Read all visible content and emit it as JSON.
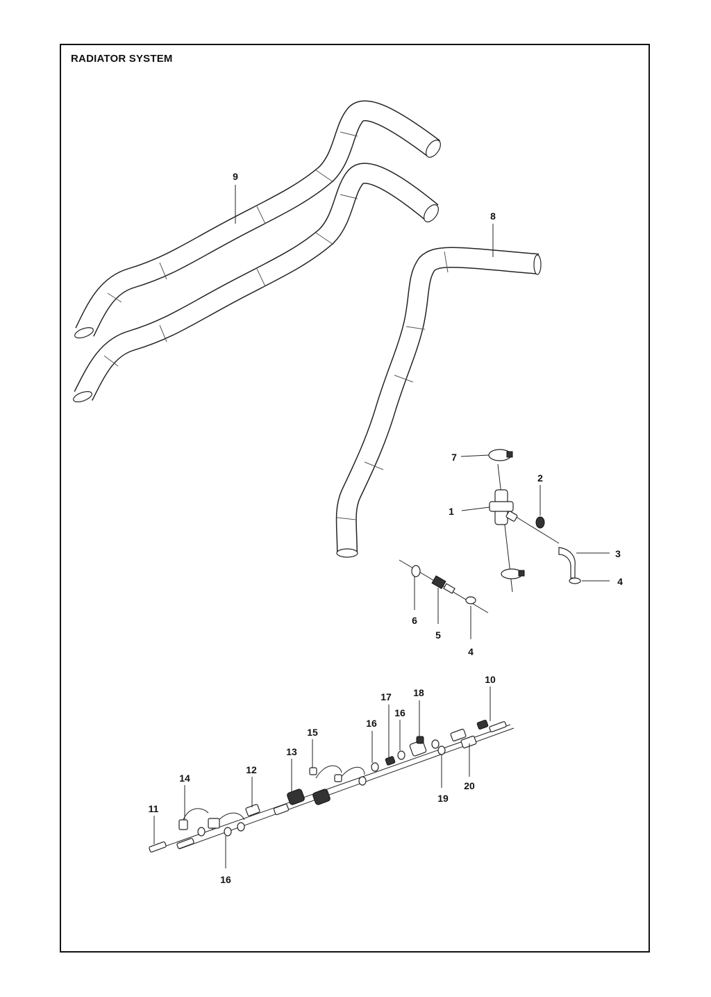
{
  "title": "RADIATOR SYSTEM",
  "callouts": [
    {
      "id": "c9",
      "label": "9"
    },
    {
      "id": "c8",
      "label": "8"
    },
    {
      "id": "c7",
      "label": "7"
    },
    {
      "id": "c2",
      "label": "2"
    },
    {
      "id": "c1",
      "label": "1"
    },
    {
      "id": "c3",
      "label": "3"
    },
    {
      "id": "c4a",
      "label": "4"
    },
    {
      "id": "c6",
      "label": "6"
    },
    {
      "id": "c5",
      "label": "5"
    },
    {
      "id": "c4b",
      "label": "4"
    },
    {
      "id": "c10",
      "label": "10"
    },
    {
      "id": "c17",
      "label": "17"
    },
    {
      "id": "c18",
      "label": "18"
    },
    {
      "id": "c16a",
      "label": "16"
    },
    {
      "id": "c16b",
      "label": "16"
    },
    {
      "id": "c15",
      "label": "15"
    },
    {
      "id": "c13",
      "label": "13"
    },
    {
      "id": "c12",
      "label": "12"
    },
    {
      "id": "c14",
      "label": "14"
    },
    {
      "id": "c11",
      "label": "11"
    },
    {
      "id": "c16c",
      "label": "16"
    },
    {
      "id": "c19",
      "label": "19"
    },
    {
      "id": "c20",
      "label": "20"
    }
  ]
}
